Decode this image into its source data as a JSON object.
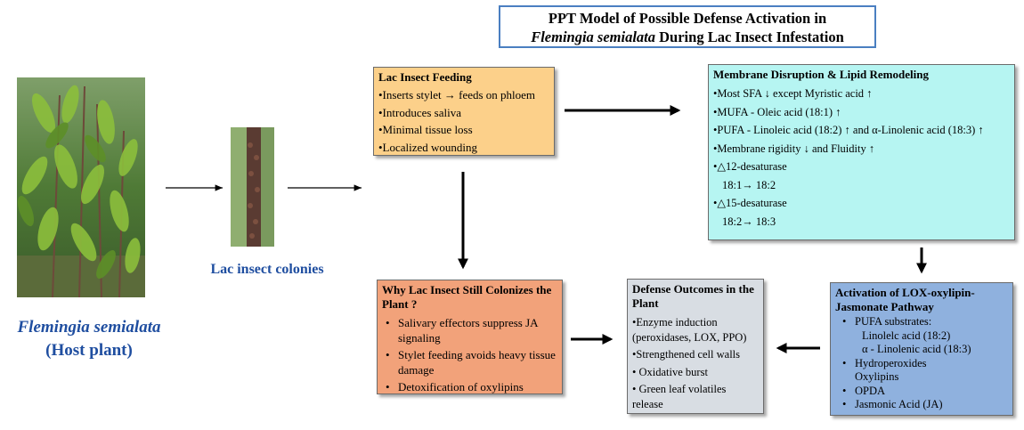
{
  "title": {
    "line1": "PPT Model of Possible Defense Activation in",
    "line2_italic": "Flemingia semialata",
    "line2_rest": " During Lac Insect Infestation"
  },
  "host_plant": {
    "name": "Flemingia semialata",
    "label": "(Host plant)"
  },
  "lac_colonies": {
    "label": "Lac insect colonies"
  },
  "feeding": {
    "heading": "Lac Insect Feeding",
    "items": [
      "•Inserts stylet → feeds on phloem",
      "•Introduces saliva",
      "•Minimal tissue loss",
      "•Localized wounding"
    ]
  },
  "membrane": {
    "heading": "Membrane Disruption & Lipid Remodeling",
    "items": [
      "•Most SFA ↓ except Myristic acid ↑",
      "•MUFA - Oleic acid (18:1) ↑",
      "•PUFA - Linoleic acid (18:2) ↑ and α-Linolenic acid (18:3) ↑",
      "•Membrane rigidity ↓ and Fluidity ↑",
      "•△12-desaturase",
      "18:1→ 18:2",
      "•△15-desaturase",
      "18:2→ 18:3"
    ]
  },
  "colonize": {
    "heading": "Why Lac Insect Still Colonizes the Plant ?",
    "items": [
      "Salivary effectors suppress JA signaling",
      "Stylet feeding avoids heavy tissue damage",
      "Detoxification of oxylipins"
    ]
  },
  "defense": {
    "heading": "Defense Outcomes in the Plant",
    "items": [
      "•Enzyme induction (peroxidases, LOX, PPO)",
      "•Strengthened cell walls",
      "• Oxidative burst",
      "• Green leaf volatiles release"
    ]
  },
  "lox": {
    "heading": "Activation of LOX-oxylipin-Jasmonate Pathway",
    "items": [
      "PUFA substrates:",
      "Linolelc acid (18:2)",
      "α - Linolenic acid (18:3)",
      "Hydroperoxides",
      "Oxylipins",
      "OPDA",
      "Jasmonic Acid (JA)"
    ]
  },
  "colors": {
    "feeding_fill": "#fcd08a",
    "membrane_fill": "#b6f5f2",
    "colonize_fill": "#f2a27a",
    "defense_fill": "#d8dde3",
    "lox_fill": "#8fb1de",
    "title_border": "#4a7fc1",
    "caption_blue": "#1f4ea0"
  }
}
